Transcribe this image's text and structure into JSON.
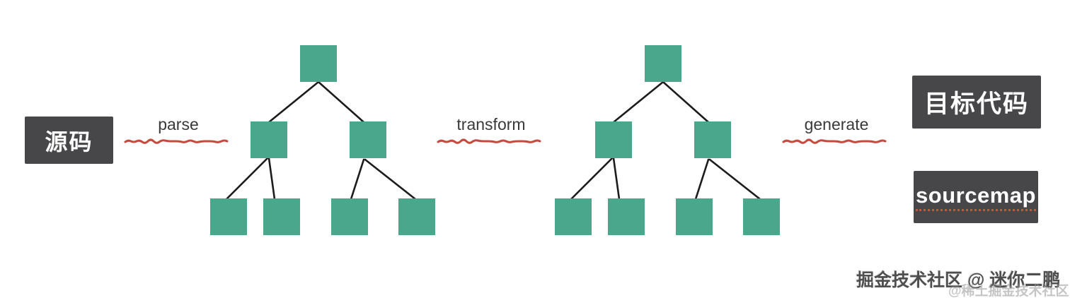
{
  "diagram": {
    "source_box": {
      "label": "源码"
    },
    "steps": [
      {
        "label": "parse"
      },
      {
        "label": "transform"
      },
      {
        "label": "generate"
      }
    ],
    "trees": [
      {
        "name": "ast-before-transform",
        "nodes_per_level": [
          1,
          2,
          4
        ]
      },
      {
        "name": "ast-after-transform",
        "nodes_per_level": [
          1,
          2,
          4
        ]
      }
    ],
    "target_box": {
      "label": "目标代码"
    },
    "sourcemap_box": {
      "label": "sourcemap"
    }
  },
  "watermark": {
    "primary": "掘金技术社区 @ 迷你二鹏",
    "secondary": "@稀土掘金技术社区"
  },
  "colors": {
    "node_green": "#4aa78c",
    "box_dark": "#47474a",
    "squiggle_red": "#c0392b",
    "edge_black": "#1c1c1c",
    "label_gray": "#3a3a3a"
  }
}
